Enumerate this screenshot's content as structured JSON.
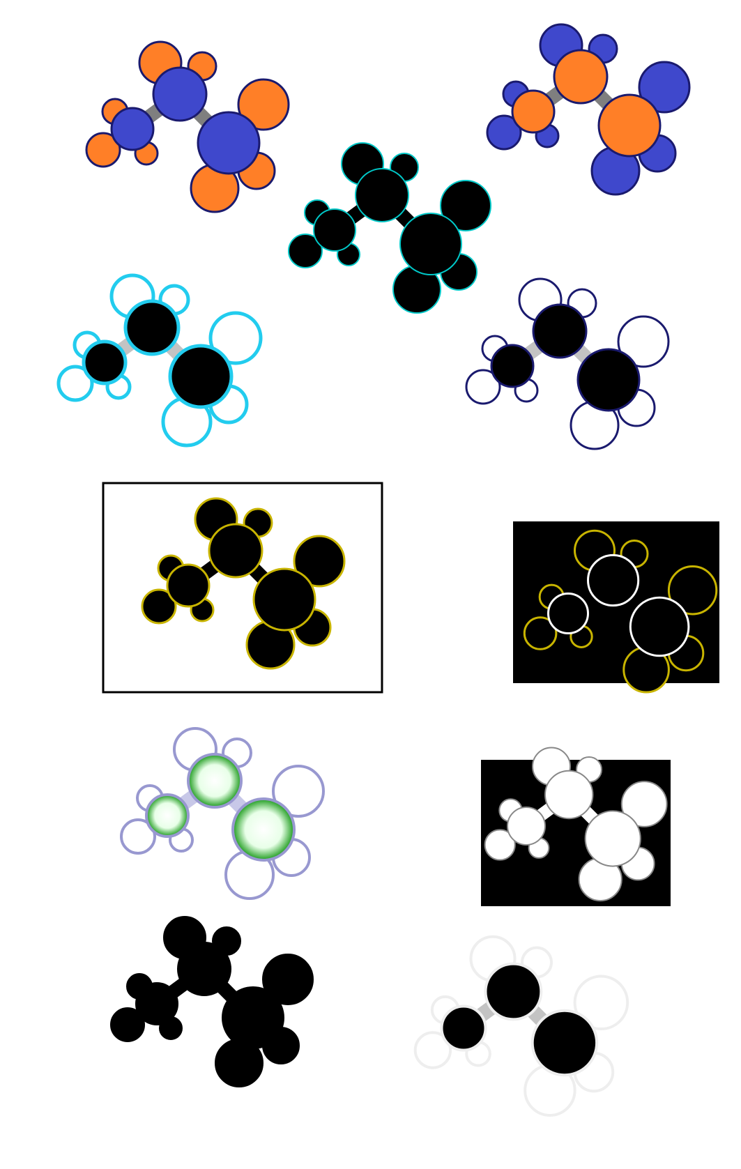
{
  "figure": {
    "background": "#ffffff",
    "description_free": true,
    "molecule_variants": [
      {
        "name": "orange-hydrogen-blue-carbon",
        "carbon": "#3f48cc",
        "hydrogen": "#ff7f27",
        "bond": "#7f7f7f",
        "outline": "#1a1a6e"
      },
      {
        "name": "blue-hydrogen-orange-carbon",
        "carbon": "#ff7f27",
        "hydrogen": "#3f48cc",
        "bond": "#7f7f7f",
        "outline": "#1a1a6e"
      },
      {
        "name": "black-with-cyan-edges",
        "carbon": "#000000",
        "hydrogen": "#000000",
        "bond": "#000000",
        "outline": "#00c8c8"
      },
      {
        "name": "hollow-cyan-hydrogen",
        "carbon": "#000000",
        "hydrogen": "#ffffff",
        "bond": "#c3c3c3",
        "outline": "#22ccee"
      },
      {
        "name": "hollow-outlined-hydrogen",
        "carbon": "#000000",
        "hydrogen": "#ffffff",
        "bond": "#c3c3c3",
        "outline": "#1a1a6e"
      },
      {
        "name": "black-yellow-edges-framed",
        "carbon": "#000000",
        "hydrogen": "#000000",
        "bond": "#000000",
        "outline": "#c8b400"
      },
      {
        "name": "negative-yellow-edges",
        "carbon": "#000000",
        "hydrogen": "#000000",
        "bond": "#000000",
        "outline": "#c8b400"
      },
      {
        "name": "green-glow-carbon",
        "carbon": "#22bb22",
        "hydrogen": "#ffffff",
        "bond": "#c8c8e8",
        "outline": "#9898d0"
      },
      {
        "name": "white-on-black",
        "carbon": "#ffffff",
        "hydrogen": "#ffffff",
        "bond": "#ffffff",
        "outline": "#888888"
      },
      {
        "name": "solid-black-noisy",
        "carbon": "#000000",
        "hydrogen": "#000000",
        "bond": "#000000",
        "outline": "#000000"
      },
      {
        "name": "black-with-faint-hydrogen",
        "carbon": "#000000",
        "hydrogen": "#ffffff",
        "bond": "#c3c3c3",
        "outline": "#eeeeee"
      }
    ]
  }
}
